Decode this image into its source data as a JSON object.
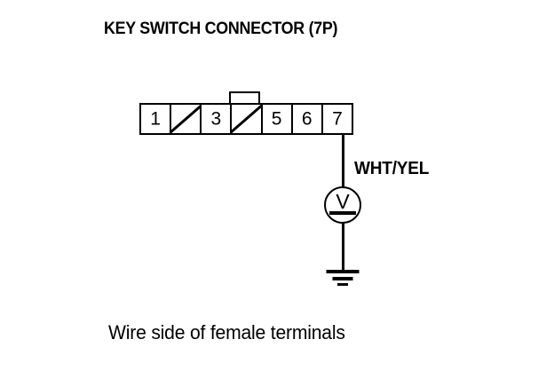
{
  "diagram": {
    "title": "KEY SWITCH CONNECTOR (7P)",
    "caption": "Wire side of female terminals",
    "connector": {
      "pin_count": 7,
      "cells": [
        {
          "label": "1",
          "blank": false
        },
        {
          "label": "",
          "blank": true
        },
        {
          "label": "3",
          "blank": false
        },
        {
          "label": "",
          "blank": true
        },
        {
          "label": "5",
          "blank": false
        },
        {
          "label": "6",
          "blank": false
        },
        {
          "label": "7",
          "blank": false
        }
      ]
    },
    "wire": {
      "color_code": "WHT/YEL",
      "from_pin": "7"
    },
    "meter": {
      "symbol": "V",
      "type": "voltmeter"
    },
    "ground": {
      "symbol": "earth-ground"
    },
    "colors": {
      "ink": "#000000",
      "background": "#ffffff"
    }
  }
}
